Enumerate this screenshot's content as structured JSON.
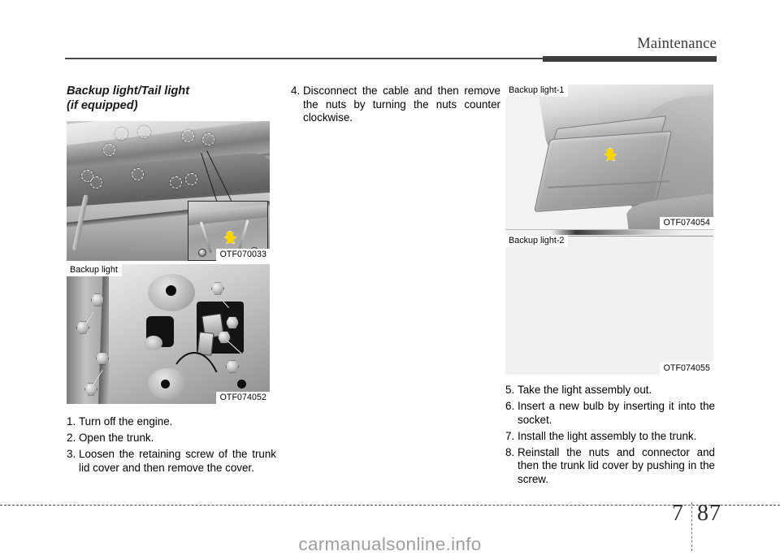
{
  "header": {
    "title": "Maintenance"
  },
  "left_column": {
    "section_title_line1": "Backup light/Tail light",
    "section_title_line2": "(if equipped)",
    "figure1": {
      "code": "OTF070033"
    },
    "figure2": {
      "name": "Backup light",
      "code": "OTF074052"
    },
    "steps": [
      {
        "num": "1.",
        "text": "Turn off the engine."
      },
      {
        "num": "2.",
        "text": "Open the trunk."
      },
      {
        "num": "3.",
        "text": "Loosen the retaining screw of the trunk lid cover and then remove the cover."
      }
    ]
  },
  "middle_column": {
    "steps": [
      {
        "num": "4.",
        "text": "Disconnect the cable and then remove the nuts by turning the nuts counter clockwise."
      }
    ]
  },
  "right_column": {
    "figure3": {
      "name": "Backup light-1",
      "code": "OTF074054"
    },
    "figure4": {
      "name": "Backup light-2",
      "code": "OTF074055"
    },
    "steps": [
      {
        "num": "5.",
        "text": "Take the light assembly out."
      },
      {
        "num": "6.",
        "text": "Insert a new bulb by inserting it into the socket."
      },
      {
        "num": "7.",
        "text": "Install the light assembly to the trunk."
      },
      {
        "num": "8.",
        "text": "Reinstall the nuts and connector and then the trunk lid cover by pushing in the screw."
      }
    ]
  },
  "footer": {
    "chapter": "7",
    "page": "87",
    "watermark": "carmanualsonline.info"
  },
  "colors": {
    "rule": "#4a4a4a",
    "bar": "#3d3d3d",
    "highlight_screw": "#f5d400",
    "watermark_text": "#9e9e9e"
  }
}
